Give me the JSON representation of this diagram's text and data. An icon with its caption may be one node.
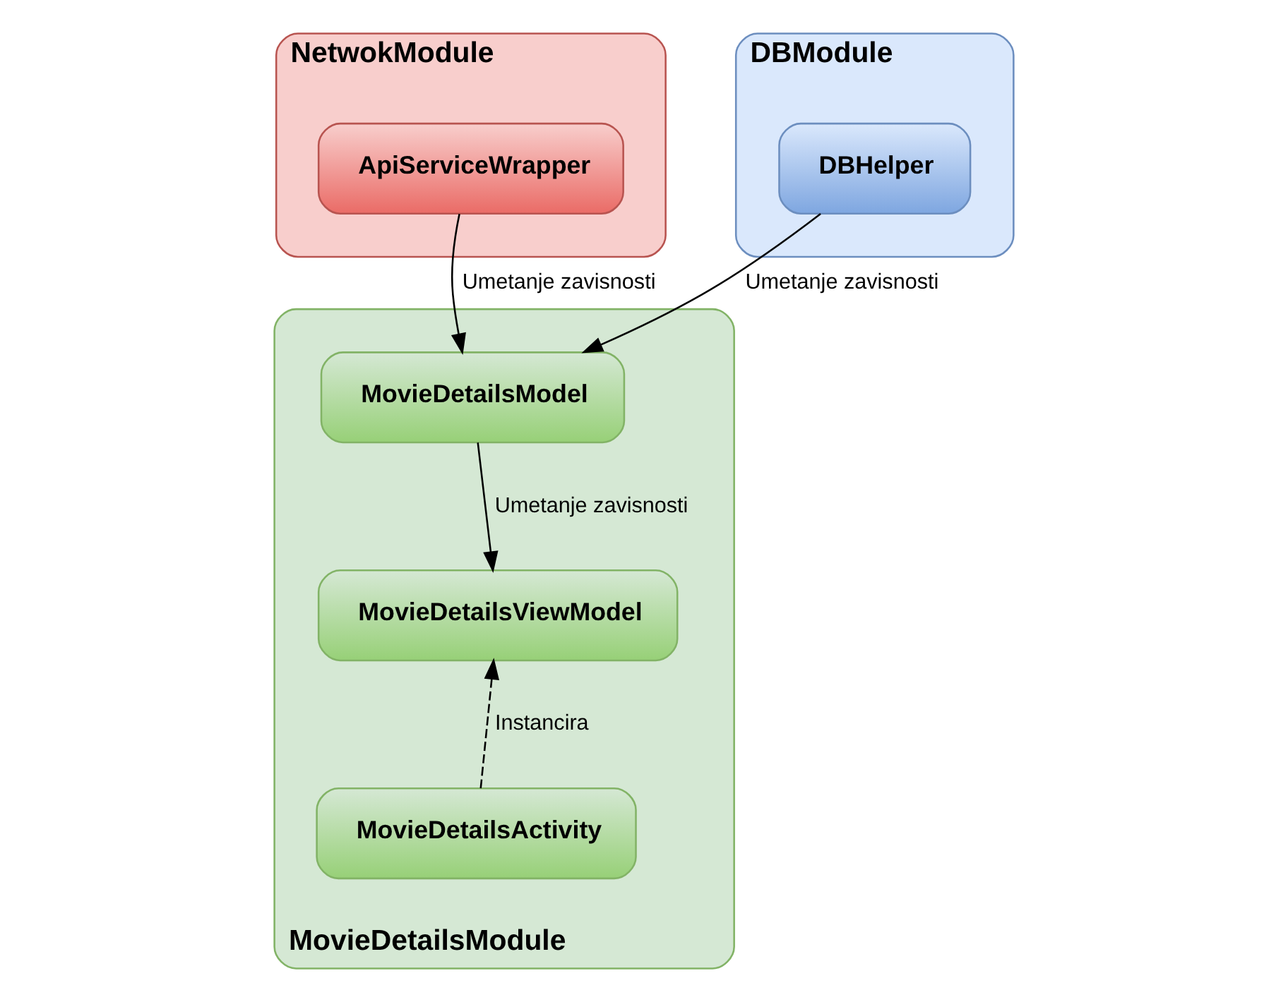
{
  "diagram": {
    "nodes": [
      {
        "text": [
          "NetwokModule"
        ]
      },
      {
        "text": [
          "ApiServiceWrapper"
        ],
        "in": 0
      },
      {
        "text": [
          "DBModule"
        ]
      },
      {
        "text": [
          "DBHelper"
        ],
        "in": 2
      },
      {
        "text": [
          "MovieDetailsModule"
        ]
      },
      {
        "text": [
          "MovieDetailsModel"
        ],
        "in": 4
      },
      {
        "text": [
          "MovieDetailsViewModel"
        ],
        "in": 4
      },
      {
        "text": [
          "MovieDetailsActivity"
        ],
        "in": 4
      }
    ],
    "edges": [
      {
        "from": 1,
        "to": 5,
        "arrow": "to",
        "label": "Umetanje zavisnosti"
      },
      {
        "from": 3,
        "to": 5,
        "arrow": "to",
        "label": "Umetanje zavisnosti"
      },
      {
        "from": 5,
        "to": 6,
        "arrow": "to",
        "label": "Umetanje zavisnosti"
      },
      {
        "from": 7,
        "to": 6,
        "arrow": "to",
        "label": "Instancira",
        "style": "dashed"
      }
    ]
  }
}
